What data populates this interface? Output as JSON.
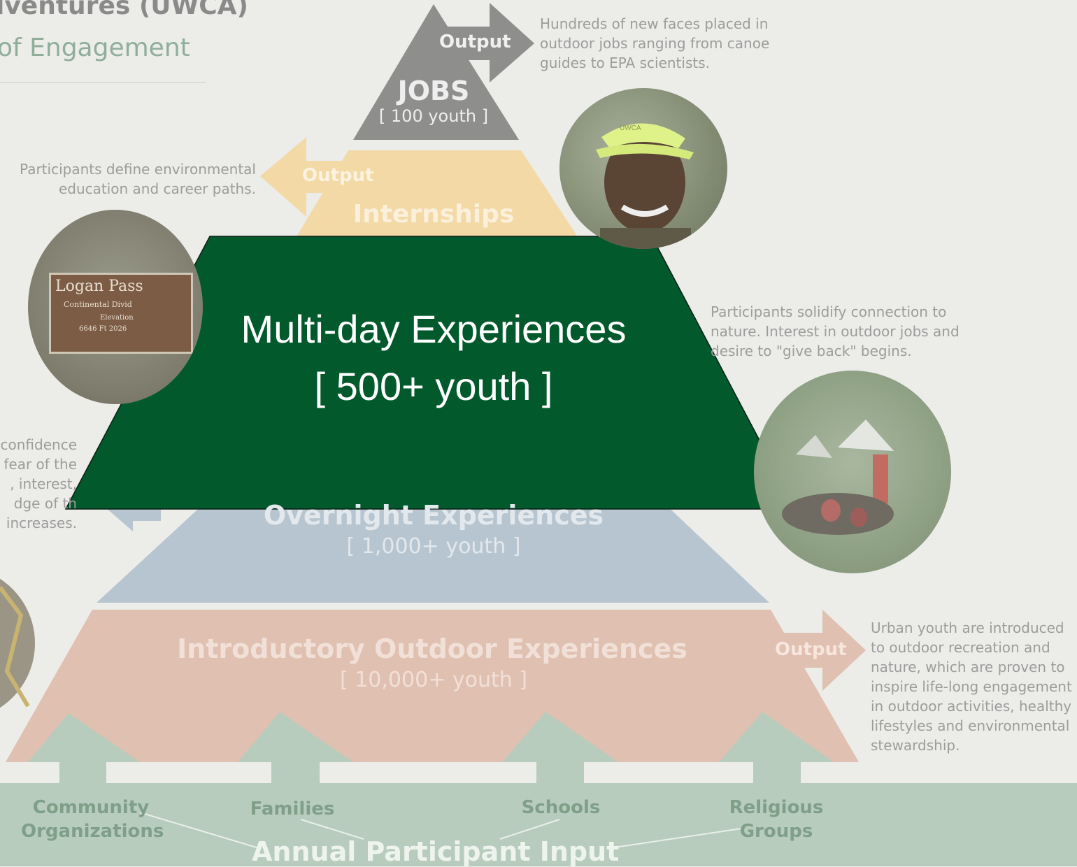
{
  "header": {
    "title": "lventures (UWCA)",
    "subtitle": "of Engagement"
  },
  "tiers": {
    "jobs": {
      "title": "JOBS",
      "count": "[ 100 youth ]"
    },
    "internships": {
      "title": "Internships"
    },
    "overnight": {
      "title": "Overnight Experiences",
      "count": "[ 1,000+ youth ]"
    },
    "introductory": {
      "title": "Introductory Outdoor Experiences",
      "count": "[ 10,000+ youth ]"
    }
  },
  "outputs": {
    "jobs": "Output",
    "internships": "Output",
    "introductory": "Output"
  },
  "descriptions": {
    "jobs": "Hundreds of new faces placed in outdoor jobs ranging from canoe guides to EPA scientists.",
    "internships": "Participants define environmental education and career paths.",
    "multiday": "Participants solidify connection to nature. Interest in outdoor jobs and desire to \"give back\" begins.",
    "overnight_partial": "confidence\nfear of the\n, interest,\ndge of th\nincreases.",
    "introductory": "Urban youth are introduced to outdoor recreation and nature, which are proven to inspire life-long engagement in outdoor activities, healthy lifestyles and environmental stewardship."
  },
  "photos": {
    "logan_sign_line1": "Logan Pass",
    "logan_sign_line2": "Continental Divid",
    "logan_sign_line3": "Elevation",
    "logan_sign_line4": "6646 Ft 2026",
    "cap_text": "UWCA"
  },
  "inputs": {
    "community": "Community\nOrganizations",
    "families": "Families",
    "schools": "Schools",
    "religious": "Religious\nGroups",
    "annual": "Annual Participant Input"
  },
  "overlay": {
    "title": "Multi-day Experiences",
    "count": "[ 500+ youth ]"
  },
  "colors": {
    "background": "#ecece9",
    "jobs": "#8e8e8c",
    "internships": "#f2d9a6",
    "overnight": "#b7c5d0",
    "introductory": "#e0c0b0",
    "inputs": "#b7ccbd",
    "overlay": "#01592c"
  }
}
